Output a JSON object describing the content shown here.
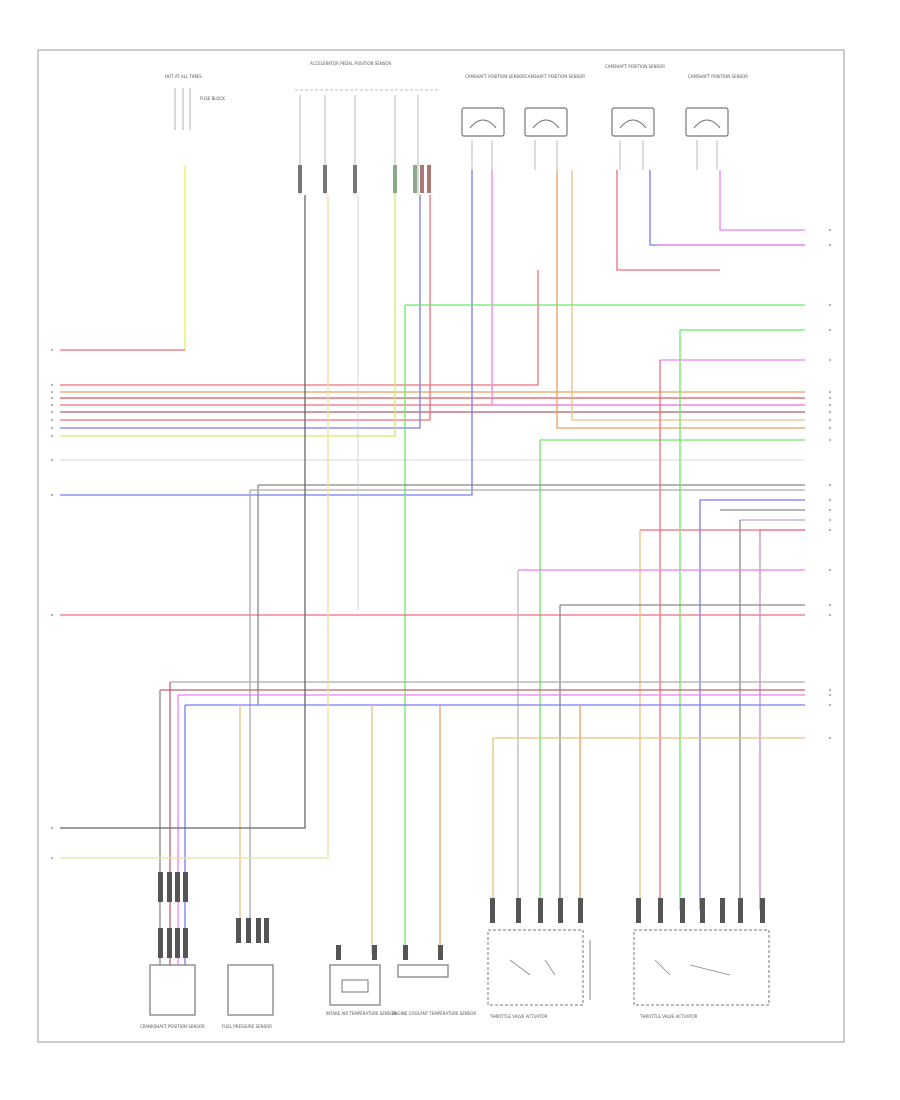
{
  "diagram": {
    "watermark": "",
    "components": {
      "hot_at_all_times": "HOT AT ALL TIMES",
      "fuse_block": "FUSE BLOCK",
      "accel_pedal_sensor": "ACCELERATOR PEDAL POSITION SENSOR",
      "camshaft_sensor_1": "CAMSHAFT POSITION SENSOR",
      "camshaft_sensor_2": "CAMSHAFT POSITION SENSOR",
      "camshaft_sensor_3": "CAMSHAFT POSITION SENSOR",
      "camshaft_sensor_4": "CAMSHAFT POSITION SENSOR",
      "crankshaft_sensor": "CRANKSHAFT POSITION SENSOR",
      "fuel_pressure_sensor": "FUEL PRESSURE SENSOR",
      "intake_temp_sensor": "INTAKE AIR TEMPERATURE SENSOR",
      "coolant_temp_sensor": "ENGINE COOLANT TEMPERATURE SENSOR",
      "throttle_actuator_1": "THROTTLE VALVE ACTUATOR",
      "throttle_actuator_2": "THROTTLE VALVE ACTUATOR"
    }
  }
}
